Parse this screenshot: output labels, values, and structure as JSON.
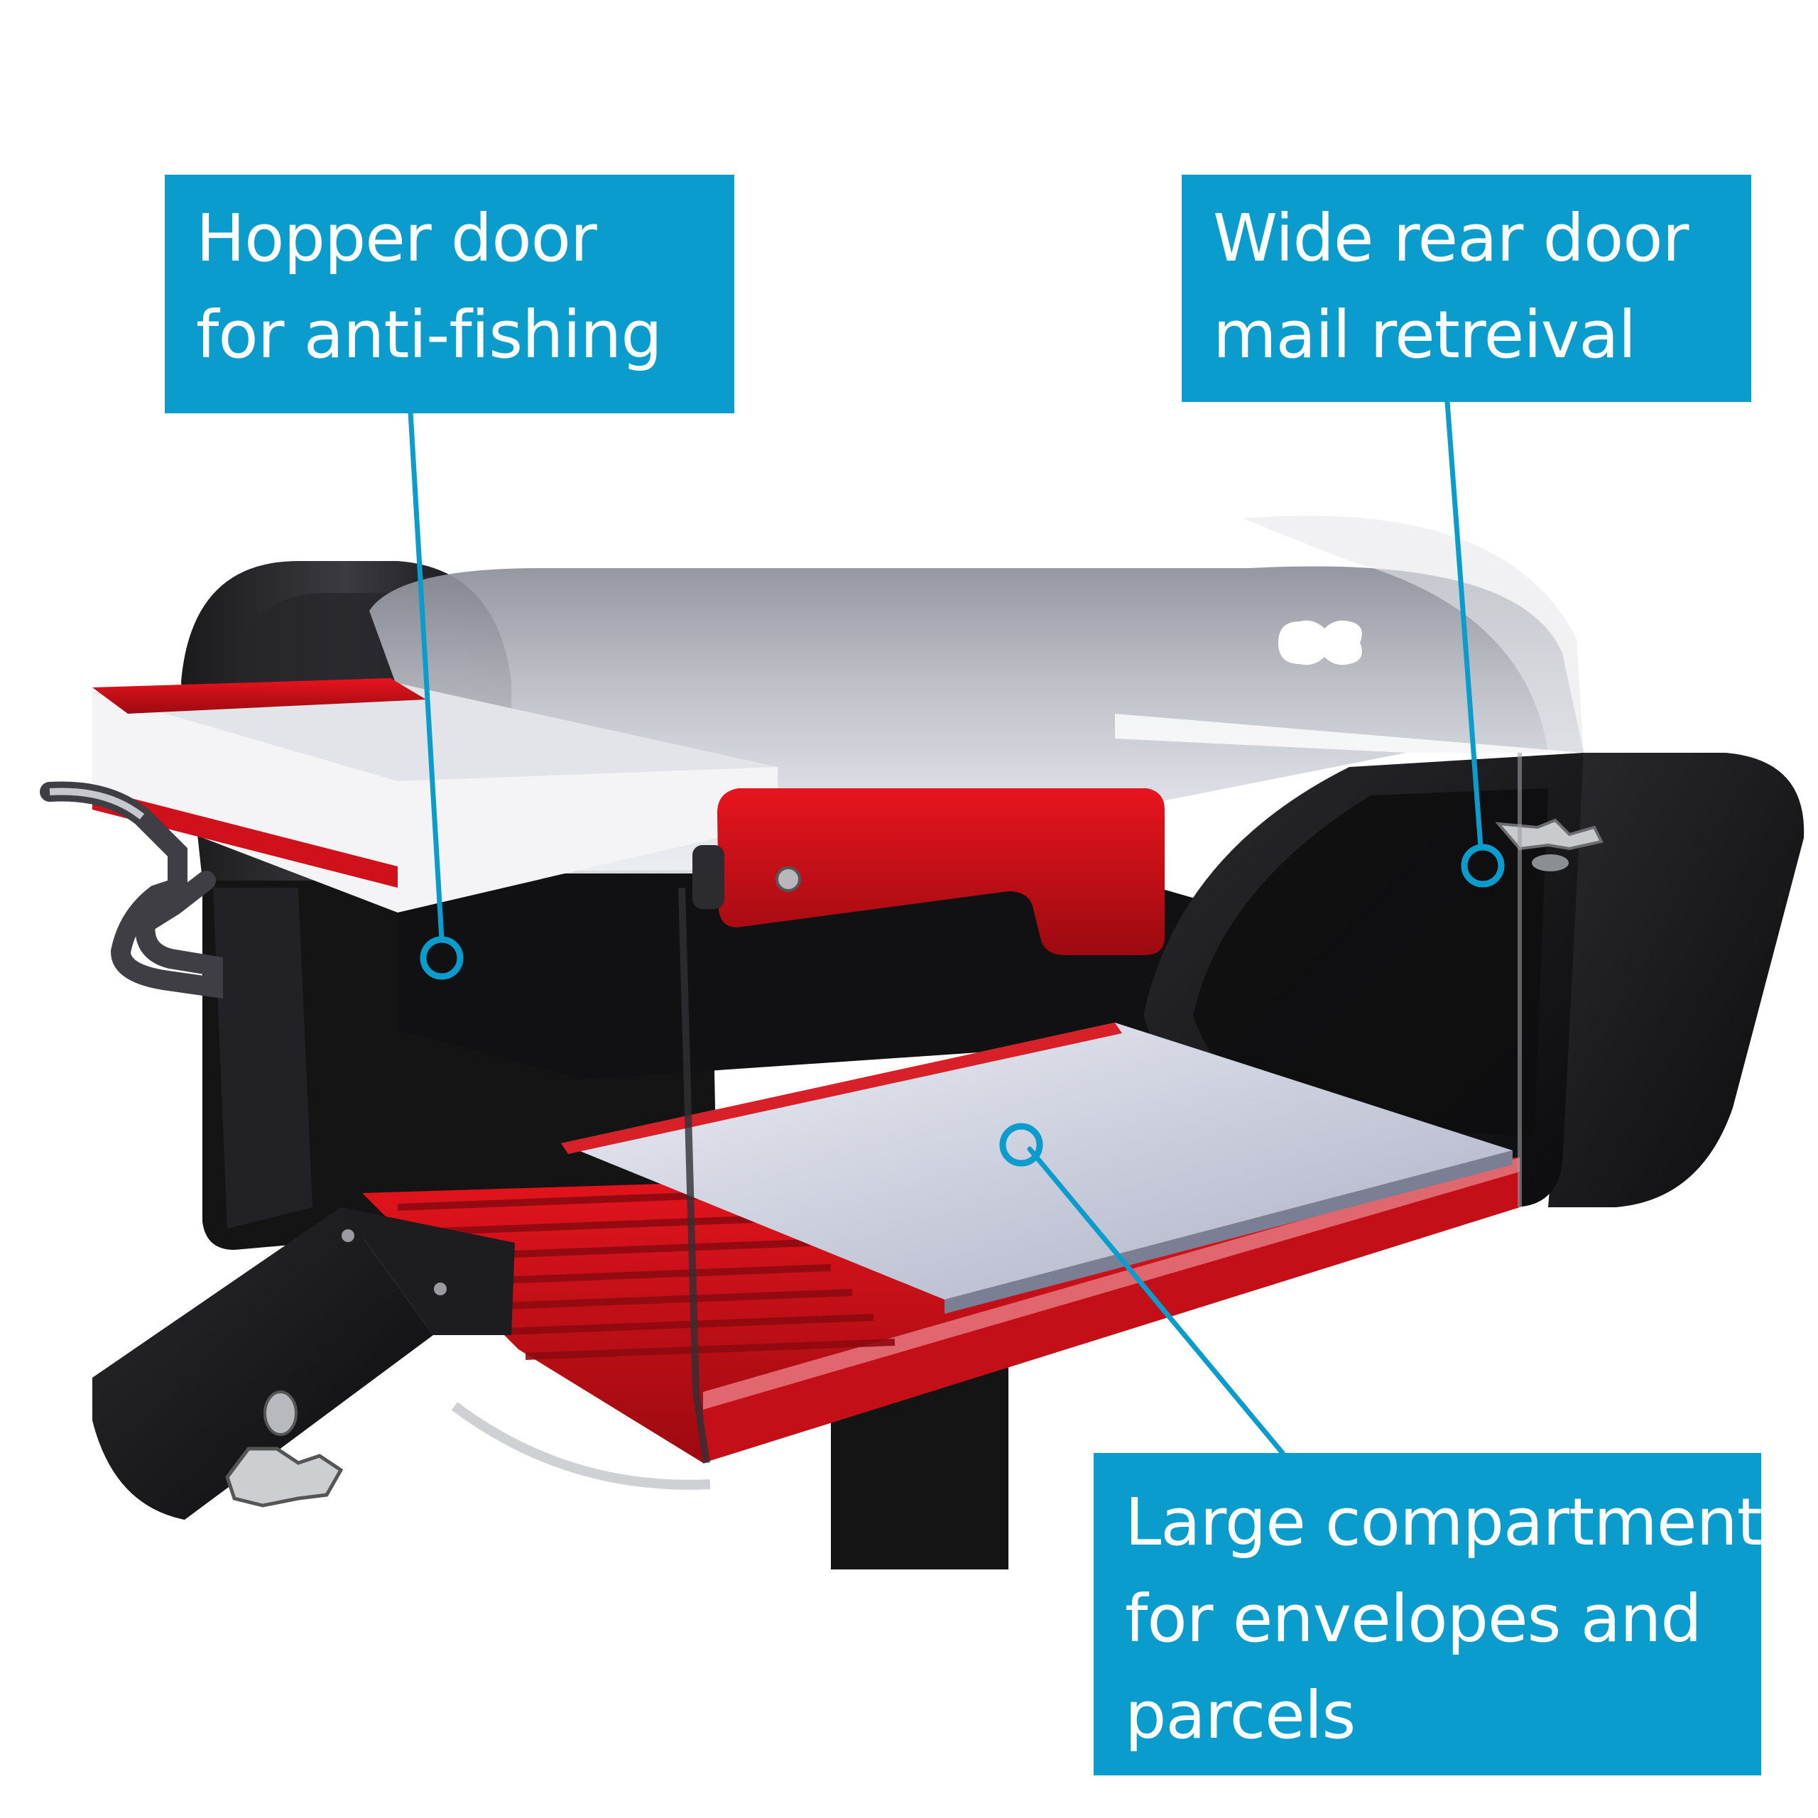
{
  "colors": {
    "callout_bg": "#0a9ccc",
    "leader_line": "#0a9ccc",
    "text": "#ffffff",
    "accent_red": "#d0101a",
    "body_black": "#141414"
  },
  "callouts": {
    "hopper": {
      "line1": "Hopper door",
      "line2": "for anti-fishing"
    },
    "rear": {
      "line1": "Wide rear door",
      "line2": "mail retreival"
    },
    "large": {
      "line1": "Large compartment",
      "line2": "for envelopes and",
      "line3": "parcels"
    }
  },
  "icons": {
    "mailbox": "mailbox-illustration",
    "flag": "red-flag",
    "marker": "circle-marker"
  }
}
